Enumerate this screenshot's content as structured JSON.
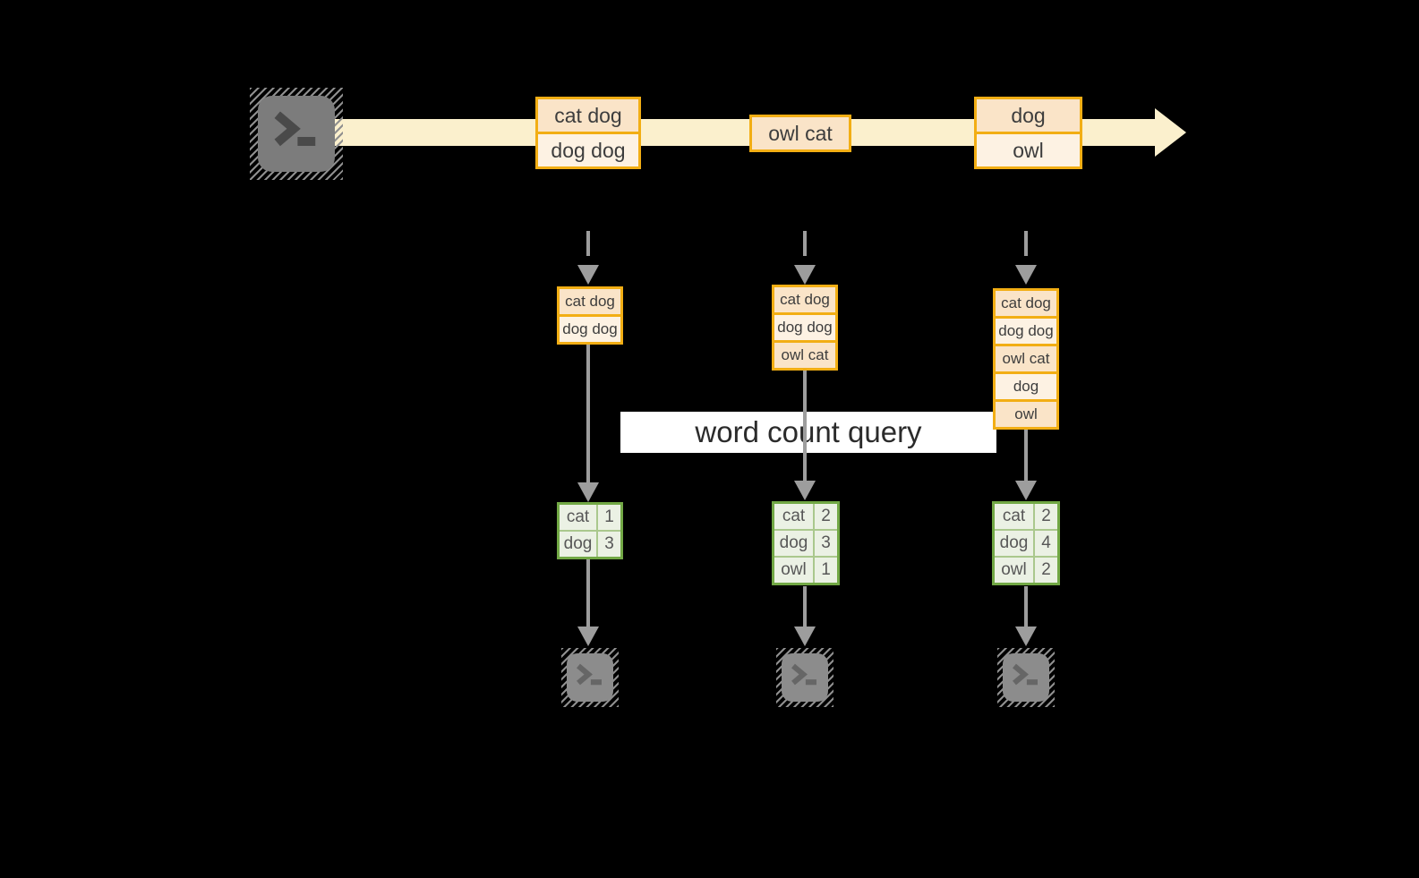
{
  "query_label": {
    "text": "word count query"
  },
  "stream": {
    "events": [
      {
        "lines": [
          "cat dog",
          "dog dog"
        ]
      },
      {
        "lines": [
          "owl cat"
        ]
      },
      {
        "lines": [
          "dog",
          "owl"
        ]
      }
    ]
  },
  "pipelines": [
    {
      "buffer": [
        "cat dog",
        "dog dog"
      ],
      "counts": [
        {
          "word": "cat",
          "count": "1"
        },
        {
          "word": "dog",
          "count": "3"
        }
      ]
    },
    {
      "buffer": [
        "cat dog",
        "dog dog",
        "owl cat"
      ],
      "counts": [
        {
          "word": "cat",
          "count": "2"
        },
        {
          "word": "dog",
          "count": "3"
        },
        {
          "word": "owl",
          "count": "1"
        }
      ]
    },
    {
      "buffer": [
        "cat dog",
        "dog dog",
        "owl cat",
        "dog",
        "owl"
      ],
      "counts": [
        {
          "word": "cat",
          "count": "2"
        },
        {
          "word": "dog",
          "count": "4"
        },
        {
          "word": "owl",
          "count": "2"
        }
      ]
    }
  ],
  "icons": {
    "source": "terminal-icon",
    "sinks": [
      "terminal-icon",
      "terminal-icon",
      "terminal-icon"
    ]
  },
  "colors": {
    "background": "#000000",
    "stream_band": "#fbf0cd",
    "box_border": "#f2ae14",
    "box_fill_dark": "#fae4c8",
    "box_fill_light": "#fdf2e3",
    "table_border": "#72a845",
    "table_fill": "#ebf1e4",
    "arrow_gray": "#9d9d9d",
    "terminal_gray": "#7c7c7c",
    "text": "#3d3d3d"
  }
}
